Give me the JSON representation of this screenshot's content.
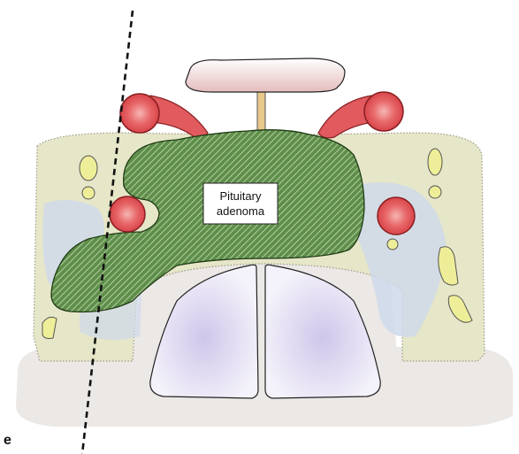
{
  "labels": {
    "tumor_line1": "Pituitary",
    "tumor_line2": "adenoma",
    "panel_letter": "e"
  },
  "colors": {
    "base": "#ebe8e6",
    "sinus_field": "#e6e6c8",
    "tumor_fill": "#5e8f4a",
    "tumor_hatch": "#c9dbb8",
    "vessel": "#e05a5e",
    "vessel_stroke": "#8a1f22",
    "sphenoid_sinus": "#e6e2f2",
    "nerve": "#eeee99",
    "optic_chiasm": "#f2dada",
    "stalk": "#e8c98a",
    "cut_line": "#111111"
  }
}
